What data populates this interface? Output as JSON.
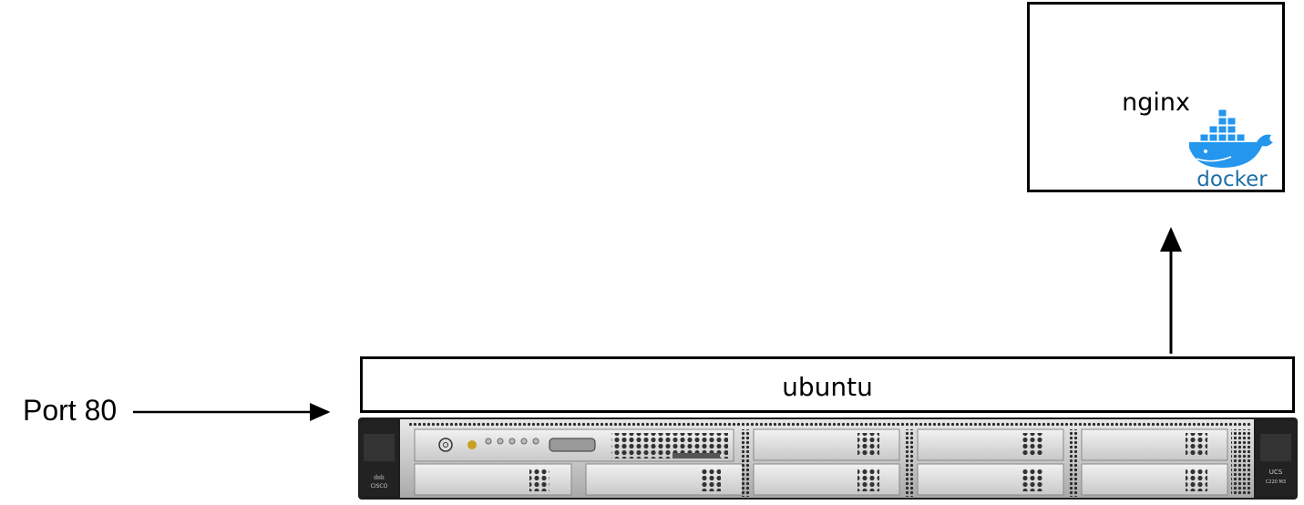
{
  "nginx_box": {
    "label": "nginx"
  },
  "docker_logo": {
    "wordmark": "docker",
    "icon": "docker-whale-icon",
    "color": "#2496ed"
  },
  "ubuntu_box": {
    "label": "ubuntu"
  },
  "port": {
    "label": "Port 80"
  },
  "server": {
    "vendor_logo_text": "CISCO",
    "model_line1": "UCS",
    "model_line2": "C220 M3"
  }
}
